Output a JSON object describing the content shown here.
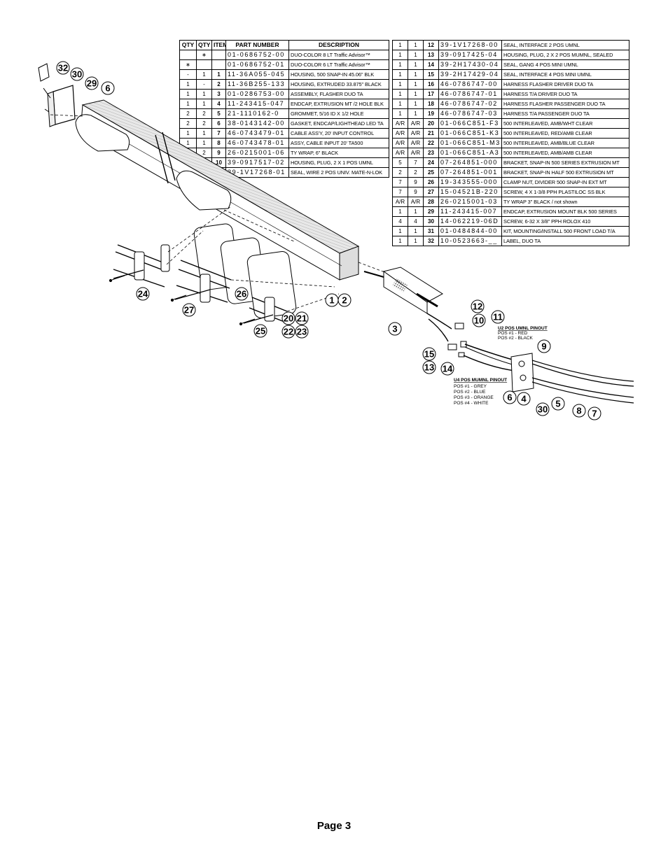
{
  "page_label": "Page 3",
  "left_table": {
    "headers": [
      "QTY",
      "QTY",
      "ITEM",
      "PART NUMBER",
      "DESCRIPTION"
    ],
    "rows": [
      [
        "",
        "∗",
        "",
        "01-0686752-00",
        "DUO-COLOR 8 LT Traffic Advisor™"
      ],
      [
        "∗",
        "",
        "",
        "01-0686752-01",
        "DUO-COLOR 6 LT Traffic Advisor™"
      ],
      [
        "-",
        "1",
        "1",
        "11-36A055-045",
        "HOUSING, 500 SNAP-IN 45.06\" BLK"
      ],
      [
        "1",
        "-",
        "2",
        "11-36B255-133",
        "HOUSING, EXTRUDED 33.875\"  BLACK"
      ],
      [
        "1",
        "1",
        "3",
        "01-0286753-00",
        "ASSEMBLY, FLASHER DUO TA"
      ],
      [
        "1",
        "1",
        "4",
        "11-243415-047",
        "ENDCAP, EXTRUSION MT /2 HOLE BLK"
      ],
      [
        "2",
        "2",
        "5",
        "21-1110162-0",
        "GROMMET, 5/16 ID X 1/2 HOLE"
      ],
      [
        "2",
        "2",
        "6",
        "38-0143142-00",
        "GASKET, ENDCAP/LIGHTHEAD LED TA"
      ],
      [
        "1",
        "1",
        "7",
        "46-0743479-01",
        "CABLE ASS'Y, 20' INPUT CONTROL"
      ],
      [
        "1",
        "1",
        "8",
        "46-0743478-01",
        "ASSY, CABLE INPUT 20' TA500"
      ],
      [
        "2",
        "2",
        "9",
        "26-0215001-06",
        "TY WRAP, 6\" BLACK"
      ],
      [
        "1",
        "1",
        "10",
        "39-0917517-02",
        "HOUSING, PLUG, 2 X 1 POS UMNL"
      ],
      [
        "1",
        "1",
        "11",
        "39-1V17268-01",
        "SEAL, WIRE 2 POS UNIV. MATE-N-LOK"
      ]
    ]
  },
  "right_table": {
    "rows": [
      [
        "1",
        "1",
        "12",
        "39-1V17268-00",
        "SEAL, INTERFACE 2 POS UMNL"
      ],
      [
        "1",
        "1",
        "13",
        "39-0917425-04",
        "HOUSING, PLUG, 2 X 2 POS MUMNL, SEALED"
      ],
      [
        "1",
        "1",
        "14",
        "39-2H17430-04",
        "SEAL, GANG 4 POS MINI UMNL"
      ],
      [
        "1",
        "1",
        "15",
        "39-2H17429-04",
        "SEAL, INTERFACE 4 POS MINI UMNL"
      ],
      [
        "1",
        "1",
        "16",
        "46-0786747-00",
        "HARNESS FLASHER DRIVER DUO TA"
      ],
      [
        "1",
        "1",
        "17",
        "46-0786747-01",
        "HARNESS T/A DRIVER DUO TA"
      ],
      [
        "1",
        "1",
        "18",
        "46-0786747-02",
        "HARNESS FLASHER PASSENGER DUO TA"
      ],
      [
        "1",
        "1",
        "19",
        "46-0786747-03",
        "HARNESS T/A PASSENGER DUO TA"
      ],
      [
        "A/R",
        "A/R",
        "20",
        "01-066C851-F3",
        "500 INTERLEAVED, AMB/WHT CLEAR"
      ],
      [
        "A/R",
        "A/R",
        "21",
        "01-066C851-K3",
        "500 INTERLEAVED, RED/AMB CLEAR"
      ],
      [
        "A/R",
        "A/R",
        "22",
        "01-066C851-M3",
        "500 INTERLEAVED, AMB/BLUE CLEAR"
      ],
      [
        "A/R",
        "A/R",
        "23",
        "01-066C851-A3",
        "500 INTERLEAVED, AMB/AMB CLEAR"
      ],
      [
        "5",
        "7",
        "24",
        "07-264851-000",
        "BRACKET, SNAP-IN 500 SERIES EXTRUSION MT"
      ],
      [
        "2",
        "2",
        "25",
        "07-264851-001",
        "BRACKET, SNAP-IN HALF 500 EXTRUSION MT"
      ],
      [
        "7",
        "9",
        "26",
        "19-343555-000",
        "CLAMP NUT, DIVIDER 500 SNAP-IN EXT MT"
      ],
      [
        "7",
        "9",
        "27",
        "15-04521B-220",
        "SCREW, 4 X 1-3/8 PPH PLASTILOC SS BLK"
      ],
      [
        "A/R",
        "A/R",
        "28",
        "26-0215001-03",
        "TY WRAP 3\" BLACK / not shown"
      ],
      [
        "1",
        "1",
        "29",
        "11-243415-007",
        "ENDCAP, EXTRUSION MOUNT BLK 500 SERIES"
      ],
      [
        "4",
        "4",
        "30",
        "14-062219-06D",
        "SCREW, 6-32 X 3/8\" PPH ROLOX 410"
      ],
      [
        "1",
        "1",
        "31",
        "01-0484844-00",
        "KIT, MOUNTING/INSTALL 500 FRONT LOAD T/A"
      ],
      [
        "1",
        "1",
        "32",
        "10-0523663-__",
        "LABEL, DUO TA"
      ]
    ]
  },
  "pinouts": {
    "u2": {
      "title": "U2 POS UMNL PINOUT",
      "lines": [
        "POS #1 - RED",
        "POS #2 - BLACK"
      ]
    },
    "u4": {
      "title": "U4 POS MUMNL PINOUT",
      "lines": [
        "POS #1 - GREY",
        "POS #2 - BLUE",
        "POS #3 - ORANGE",
        "POS #4 - WHITE"
      ]
    }
  },
  "callouts": [
    "32",
    "30",
    "29",
    "6",
    "24",
    "27",
    "26",
    "25",
    "20",
    "21",
    "22",
    "23",
    "1",
    "2",
    "3",
    "12",
    "10",
    "11",
    "15",
    "13",
    "14",
    "9",
    "6",
    "4",
    "30",
    "5",
    "8",
    "7"
  ]
}
